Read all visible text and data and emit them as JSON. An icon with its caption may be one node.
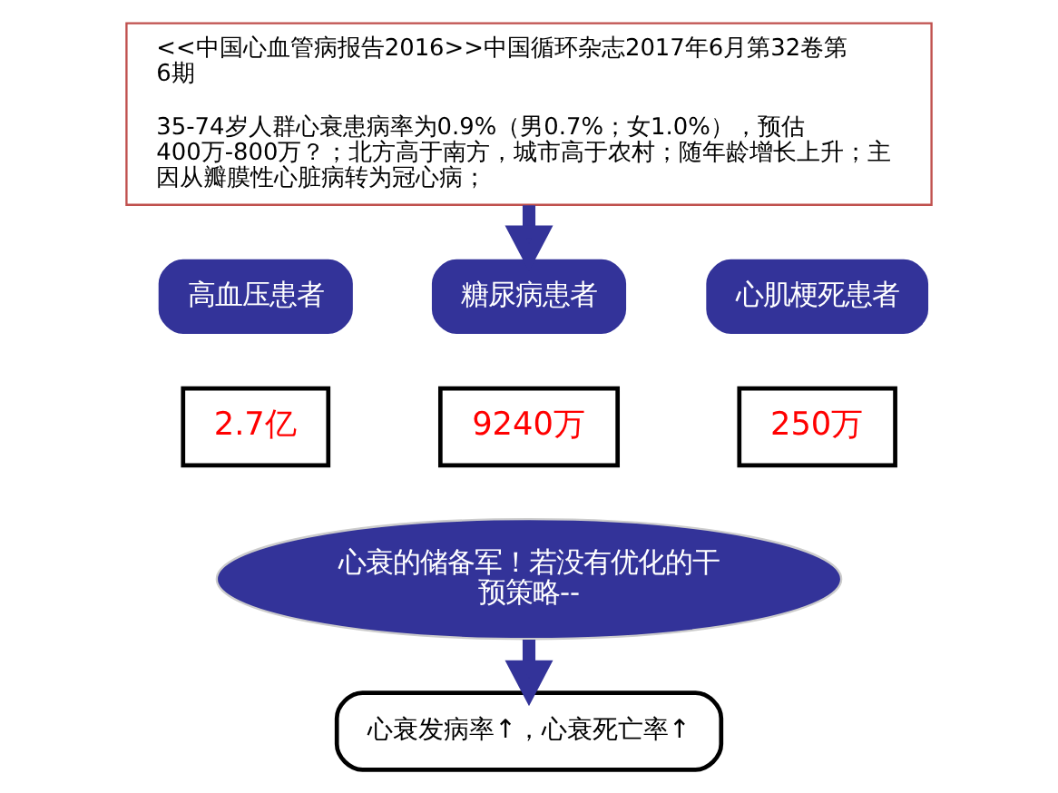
{
  "diagram": {
    "nodes": [
      {
        "text": [
          "<<中国心血管病报告2016>>中国循环杂志2017年6月第32卷第6期",
          "35-74岁人群心衰患病率为0.9%（男0.7%；女1.0%），预估400万-800万？；北方高于南方，城市高于农村；随年龄增长上升；主因从瓣膜性心脏病转为冠心病；"
        ]
      },
      {
        "text": [
          "高血压患者"
        ]
      },
      {
        "text": [
          "2.7亿"
        ]
      },
      {
        "text": [
          "糖尿病患者"
        ]
      },
      {
        "text": [
          "9240万"
        ]
      },
      {
        "text": [
          "心肌梗死患者"
        ]
      },
      {
        "text": [
          "250万"
        ]
      },
      {
        "text": [
          "心衰的储备军！若没有优化的干预策略--"
        ]
      },
      {
        "text": [
          "心衰发病率↑，心衰死亡率↑"
        ]
      }
    ],
    "edges": [
      {
        "from": 0,
        "to": 3,
        "arrow": "to"
      },
      {
        "from": 7,
        "to": 8,
        "arrow": "to"
      }
    ]
  }
}
